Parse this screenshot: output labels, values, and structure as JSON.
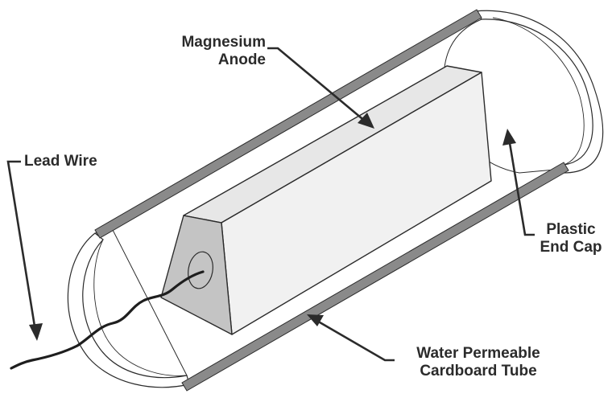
{
  "labels": {
    "magnesium_anode": {
      "line1": "Magnesium",
      "line2": "Anode"
    },
    "lead_wire": "Lead Wire",
    "plastic_end_cap": {
      "line1": "Plastic",
      "line2": "End Cap"
    },
    "cardboard_tube": {
      "line1": "Water Permeable",
      "line2": "Cardboard Tube"
    }
  },
  "colors": {
    "line": "#2b2b2b",
    "anode_top": "#e7e7e7",
    "anode_front": "#f1f1f1",
    "anode_end": "#c4c4c4",
    "tube_edge": "#8a8a8a",
    "cap_fill": "#ffffff",
    "wire": "#1e1e1e"
  }
}
